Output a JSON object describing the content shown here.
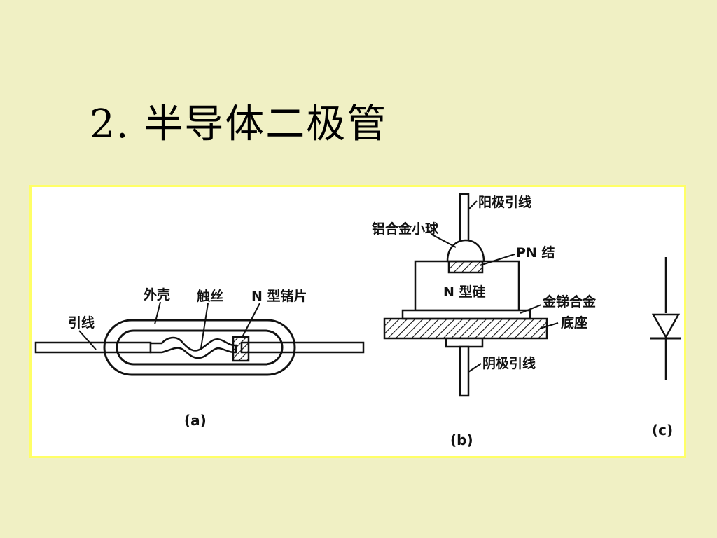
{
  "slide": {
    "title": "2.  半导体二极管"
  },
  "figures": {
    "a": {
      "caption": "(a)",
      "labels": {
        "lead_wire": "引线",
        "shell": "外壳",
        "contact_wire": "触丝",
        "n_germanium": "N 型锗片"
      }
    },
    "b": {
      "caption": "(b)",
      "labels": {
        "anode_lead": "阳极引线",
        "aluminum_ball": "铝合金小球",
        "pn_junction": "PN 结",
        "n_silicon": "N 型硅",
        "gold_antimony": "金锑合金",
        "base": "底座",
        "cathode_lead": "阴极引线"
      }
    },
    "c": {
      "caption": "(c)"
    }
  },
  "colors": {
    "background": "#F0F0C4",
    "border": "#FFFF66",
    "ink": "#111111"
  }
}
